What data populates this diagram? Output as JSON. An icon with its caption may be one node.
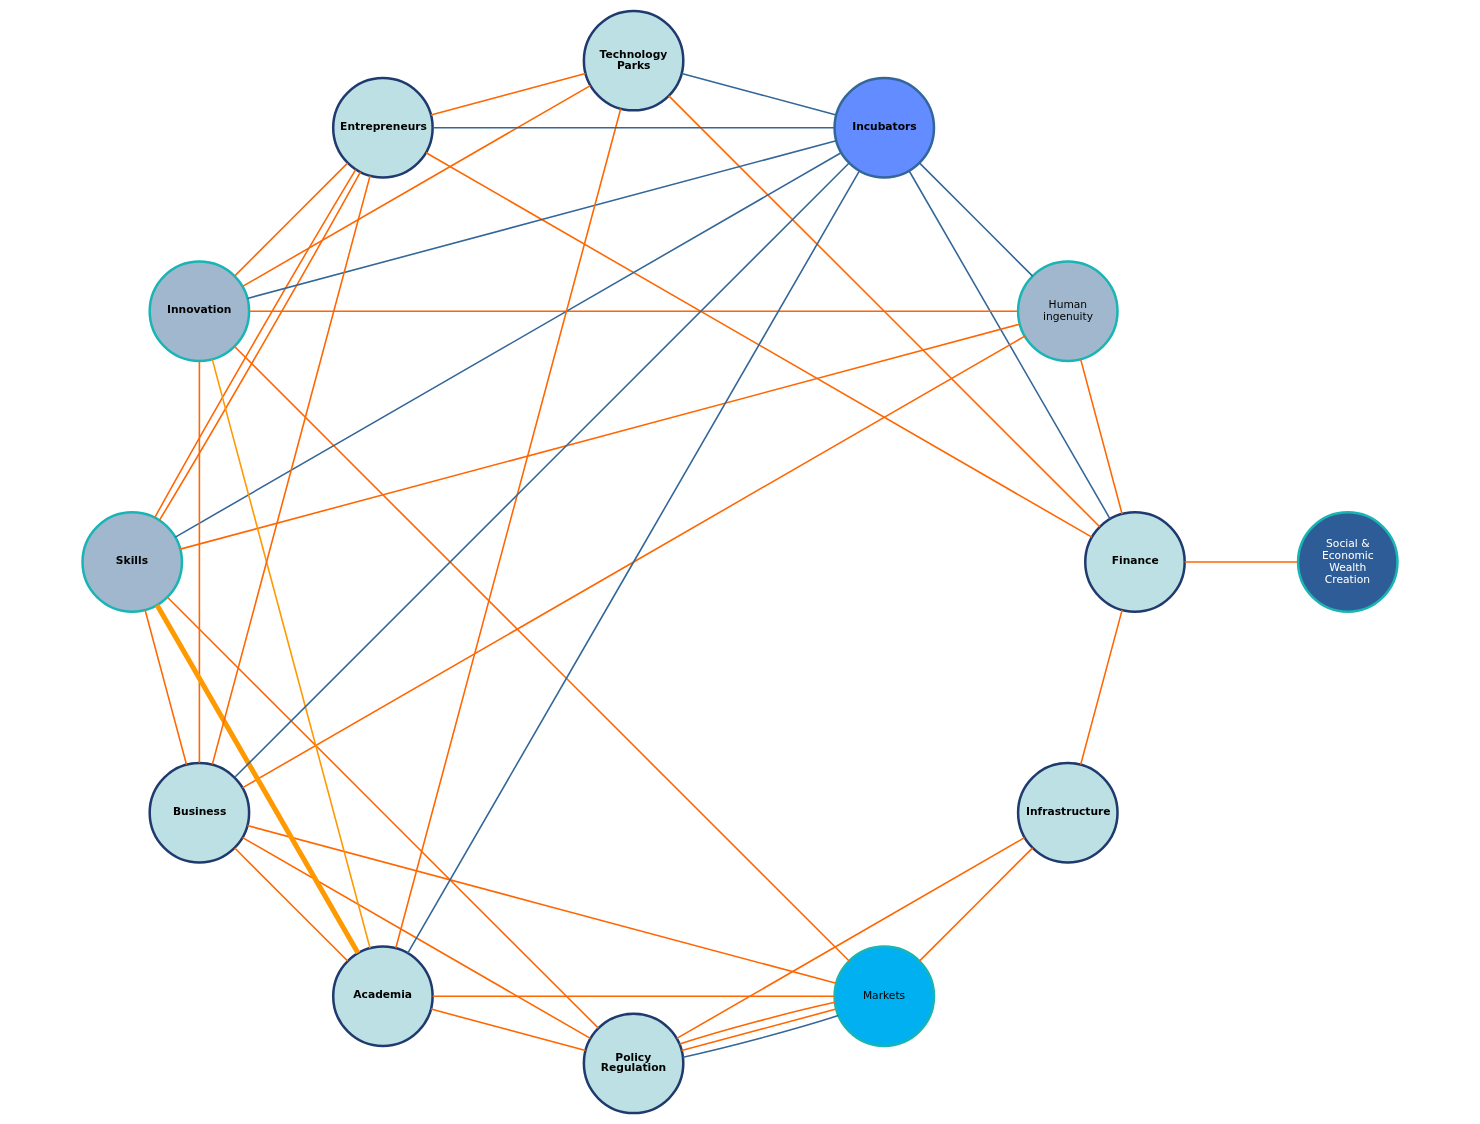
{
  "diagram": {
    "nodes": [
      {
        "text": [
          "Infrastructure"
        ]
      },
      {
        "text": [
          "Finance"
        ]
      },
      {
        "text": [
          "Social & Economic Wealth Creation"
        ]
      },
      {
        "text": [
          "Policy Regulation"
        ]
      },
      {
        "text": [
          "Markets"
        ]
      },
      {
        "text": [
          "Human ingenuity"
        ]
      },
      {
        "text": [
          "Incubators"
        ]
      },
      {
        "text": [
          "Skills"
        ]
      },
      {
        "text": [
          "Innovation"
        ]
      },
      {
        "text": [
          "Technology Parks"
        ]
      },
      {
        "text": [
          "Academia"
        ]
      },
      {
        "text": [
          "Business"
        ]
      },
      {
        "text": [
          "Entrepreneurs"
        ]
      }
    ],
    "edges": [
      {
        "from": 0,
        "to": 1,
        "arrow": "none"
      },
      {
        "from": 0,
        "to": 3,
        "arrow": "none"
      },
      {
        "from": 0,
        "to": 4,
        "arrow": "none"
      },
      {
        "from": 2,
        "to": 1,
        "arrow": "none"
      },
      {
        "from": 1,
        "to": 5,
        "arrow": "none"
      },
      {
        "from": 1,
        "to": 12,
        "arrow": "none"
      },
      {
        "from": 1,
        "to": 9,
        "arrow": "none"
      },
      {
        "from": 1,
        "to": 6,
        "arrow": "none",
        "color": "#336699"
      },
      {
        "from": 3,
        "to": 4,
        "arrow": "none"
      },
      {
        "from": 3,
        "to": 4,
        "arrow": "none",
        "color": "#336699"
      },
      {
        "from": 3,
        "to": 4,
        "arrow": "none"
      },
      {
        "from": 3,
        "to": 7,
        "arrow": "none"
      },
      {
        "from": 3,
        "to": 11,
        "arrow": "none"
      },
      {
        "from": 3,
        "to": 10,
        "arrow": "none"
      },
      {
        "from": 5,
        "to": 6,
        "arrow": "none",
        "color": "#336699"
      },
      {
        "from": 4,
        "to": 8,
        "arrow": "none"
      },
      {
        "from": 4,
        "to": 11,
        "arrow": "none"
      },
      {
        "from": 4,
        "to": 10,
        "arrow": "none"
      },
      {
        "from": 5,
        "to": 7,
        "arrow": "none"
      },
      {
        "from": 5,
        "to": 8,
        "arrow": "none"
      },
      {
        "from": 7,
        "to": 6,
        "arrow": "none",
        "color": "#336699"
      },
      {
        "from": 10,
        "to": 6,
        "arrow": "none",
        "color": "#336699"
      },
      {
        "from": 8,
        "to": 6,
        "arrow": "none",
        "color": "#336699"
      },
      {
        "from": 11,
        "to": 6,
        "arrow": "none",
        "color": "#336699"
      },
      {
        "from": 12,
        "to": 6,
        "arrow": "none",
        "color": "#336699"
      },
      {
        "from": 6,
        "to": 9,
        "arrow": "none",
        "color": "#336699"
      },
      {
        "from": 8,
        "to": 9,
        "arrow": "none"
      },
      {
        "from": 10,
        "to": 9,
        "arrow": "none"
      },
      {
        "from": 12,
        "to": 9,
        "arrow": "none"
      },
      {
        "from": 10,
        "to": 7,
        "arrow": "none",
        "style": "thick",
        "color": "#ff9900"
      },
      {
        "from": 10,
        "to": 8,
        "arrow": "none",
        "color": "#ff9900"
      },
      {
        "from": 10,
        "to": 11,
        "arrow": "none"
      },
      {
        "from": 7,
        "to": 11,
        "arrow": "none"
      },
      {
        "from": 7,
        "to": 12,
        "arrow": "none"
      },
      {
        "from": 7,
        "to": 12,
        "arrow": "none"
      },
      {
        "from": 8,
        "to": 11,
        "arrow": "none"
      },
      {
        "from": 5,
        "to": 11,
        "arrow": "none"
      },
      {
        "from": 8,
        "to": 12,
        "arrow": "none"
      },
      {
        "from": 11,
        "to": 12,
        "arrow": "none"
      }
    ]
  }
}
